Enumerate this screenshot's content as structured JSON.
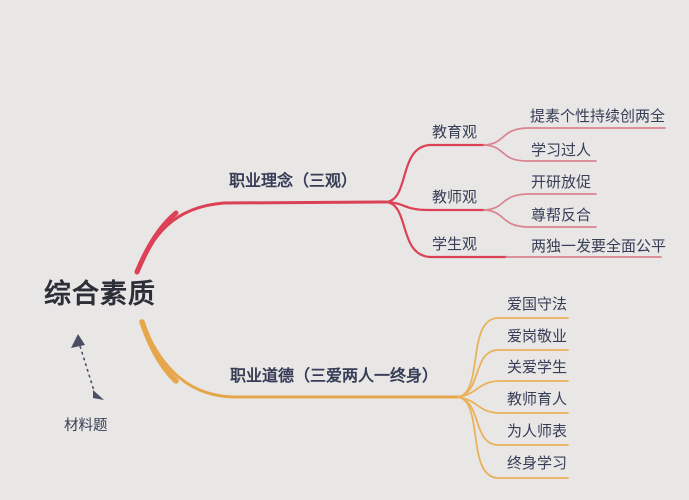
{
  "colors": {
    "background": "#e8e7e6",
    "branch_red": "#dc4155",
    "branch_red_light": "#d9848f",
    "branch_orange": "#e6a64b",
    "branch_orange_light": "#e9b25c",
    "text": "#373d56",
    "root_text": "#2c2e38",
    "arrow": "#4a4f63"
  },
  "root": {
    "label": "综合素质"
  },
  "note": {
    "label": "材料题"
  },
  "branches": [
    {
      "label": "职业理念（三观）",
      "children": [
        {
          "label": "教育观",
          "children": [
            {
              "label": "提素个性持续创两全"
            },
            {
              "label": "学习过人"
            }
          ]
        },
        {
          "label": "教师观",
          "children": [
            {
              "label": "开研放促"
            },
            {
              "label": "尊帮反合"
            }
          ]
        },
        {
          "label": "学生观",
          "children": [
            {
              "label": "两独一发要全面公平"
            }
          ]
        }
      ]
    },
    {
      "label": "职业道德（三爱两人一终身）",
      "children": [
        {
          "label": "爱国守法"
        },
        {
          "label": "爱岗敬业"
        },
        {
          "label": "关爱学生"
        },
        {
          "label": "教师育人"
        },
        {
          "label": "为人师表"
        },
        {
          "label": "终身学习"
        }
      ]
    }
  ]
}
